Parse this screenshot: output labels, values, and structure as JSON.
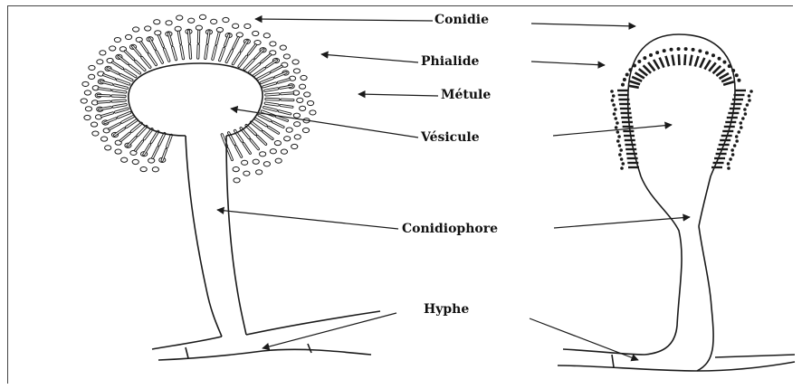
{
  "labels": {
    "conidie": "Conidie",
    "phialide": "Phialide",
    "metule": "Métule",
    "vesicule": "Vésicule",
    "conidiophore": "Conidiophore",
    "hyphe": "Hyphe"
  },
  "colors": {
    "ink": "#1a1a1a",
    "background": "#ffffff"
  },
  "structures": [
    "biseriate-conidial-head",
    "uniseriate-conidial-head"
  ]
}
